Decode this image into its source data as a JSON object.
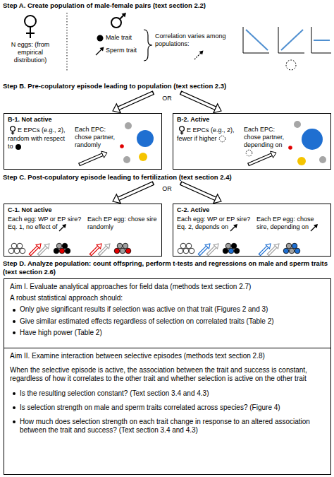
{
  "diagram": {
    "nodes": [
      {
        "text": [
          "B-1. Not active",
          "E EPCs (e.g., 2), random with respect to",
          "Each EPC: chose partner, randomly"
        ]
      },
      {
        "text": [
          "B-2. Active",
          "E EPCs (e.g., 2), fewer if higher",
          "Each EPC: chose partner, depending on"
        ]
      },
      {
        "text": [
          "C-1. Not active",
          "Each egg: WP or EP sire? Eq. 1, no effect of",
          "Each EP egg: chose sire randomly"
        ]
      },
      {
        "text": [
          "C-2. Active",
          "Each egg: WP or EP sire? Eq. 2, depends on",
          "Each EP egg: chose sire, depending on"
        ]
      },
      {
        "text": [
          "Aim I. Evaluate analytical approaches for field data (methods text section 2.7)",
          "A robust statistical approach should:",
          "Only give significant results if selection was active on that trait (Figures 2 and 3)",
          "Give similar estimated effects regardless of selection on correlated traits (Table 2)",
          "Have high power (Table 2)"
        ]
      },
      {
        "text": [
          "Aim II. Examine interaction between selective episodes (methods text section 2.8)",
          "When the selective episode is active, the association between the trait and success is constant, regardless of how it correlates to the other trait and whether selection is active on the other trait",
          "Is the resulting selection constant? (Text section 3.4 and 4.3)",
          "Is selection strength on male and sperm traits correlated across species? (Figure 4)",
          "How much does selection strength on each trait change in response to an altered association between the trait and success? (Text section 3.4 and 4.3)"
        ]
      }
    ],
    "labels": [
      "Step A. Create population of male-female pairs (text section 2.2)",
      "N eggs: (from empirical distribution)",
      "Male trait",
      "Sperm trait",
      "Correlation varies among populations:",
      "Step B. Pre-copulatory episode leading to population (text section 2.3)",
      "OR",
      "Step C. Post-copulatory episode leading to fertilization (text section 2.4)",
      "OR",
      "Step D. Analyze population: count offspring, perform t-tests and regressions on male and sperm traits (text section 2.6)"
    ]
  }
}
